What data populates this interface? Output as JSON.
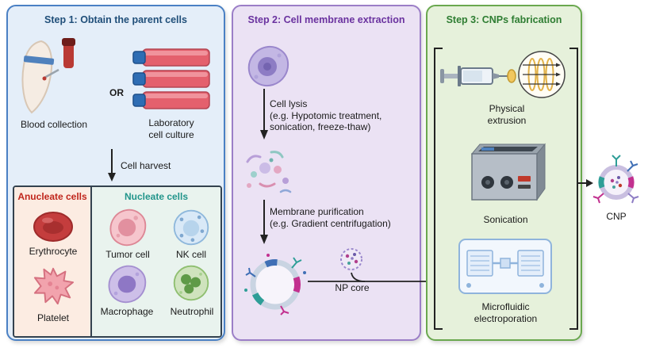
{
  "colors": {
    "step1_border": "#4a80c4",
    "step1_bg": "#e4eef9",
    "step1_title": "#1f4e79",
    "step2_border": "#9b7ec7",
    "step2_bg": "#ebe2f4",
    "step2_title": "#6a329f",
    "step3_border": "#6aa84f",
    "step3_bg": "#e6f1db",
    "step3_title": "#2e7d32",
    "anucleate_header": "#c0261c",
    "anucleate_bg": "#fcece2",
    "nucleate_header": "#22958b",
    "nucleate_bg": "#e9f3ee",
    "arrow": "#222222"
  },
  "step1": {
    "title": "Step 1: Obtain the parent cells",
    "blood_collection_label": "Blood collection",
    "or_label": "OR",
    "lab_culture_label": "Laboratory\ncell culture",
    "cell_harvest_label": "Cell harvest",
    "anucleate_header": "Anucleate cells",
    "nucleate_header": "Nucleate cells",
    "anucleate_cells": [
      {
        "label": "Erythrocyte"
      },
      {
        "label": "Platelet"
      }
    ],
    "nucleate_cells": [
      {
        "label": "Tumor cell"
      },
      {
        "label": "NK cell"
      },
      {
        "label": "Macrophage"
      },
      {
        "label": "Neutrophil"
      }
    ]
  },
  "step2": {
    "title": "Step 2: Cell membrane extraction",
    "lysis_text": "Cell lysis\n(e.g. Hypotomic treatment,\nsonication, freeze-thaw)",
    "purification_text": "Membrane purification\n(e.g. Gradient centrifugation)",
    "np_core_label": "NP core"
  },
  "step3": {
    "title": "Step 3: CNPs fabrication",
    "methods": [
      {
        "label": "Physical\nextrusion"
      },
      {
        "label": "Sonication"
      },
      {
        "label": "Microfluidic\nelectroporation"
      }
    ],
    "cnp_label": "CNP"
  }
}
